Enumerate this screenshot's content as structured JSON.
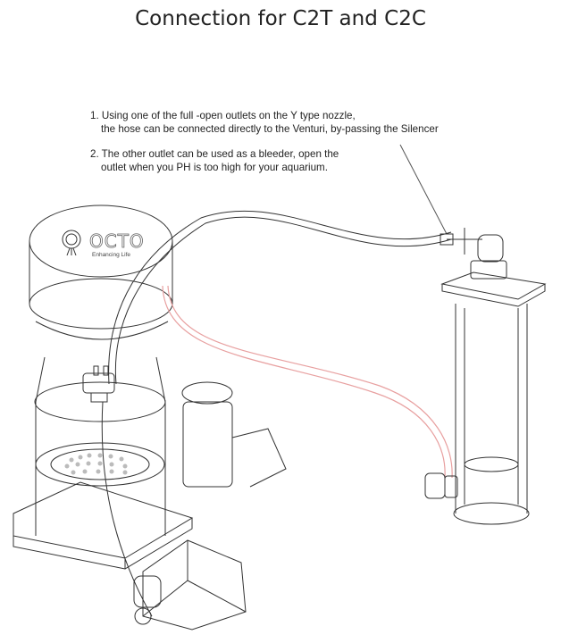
{
  "title": "Connection for C2T and C2C",
  "notes": [
    {
      "line1": "1. Using one of the full -open outlets on the Y type nozzle,",
      "line2": "the hose can be connected directly to the Venturi, by-passing the Silencer"
    },
    {
      "line1": "2. The other outlet can be used as a bleeder, open the",
      "line2": "outlet when you PH is too high for your aquarium."
    }
  ],
  "logo": {
    "brand": "OCTO",
    "tagline": "Enhancing Life"
  },
  "colors": {
    "hose": "#e8a0a0",
    "line": "#333333"
  }
}
